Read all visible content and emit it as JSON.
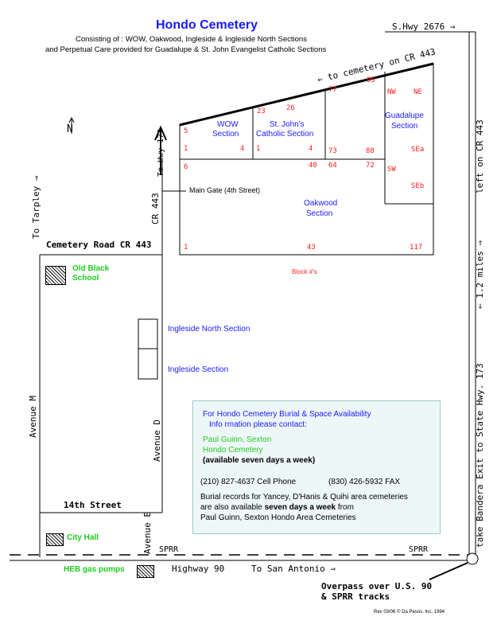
{
  "title": "Hondo Cemetery",
  "subtitle_line1": "Consisting of : WOW, Oakwood, Ingleside & Ingleside North Sections",
  "subtitle_line2": "and Perpetual Care provided for Guadalupe & St. John Evangelist Catholic Sections",
  "roads": {
    "s_hwy_2676": "S.Hwy 2676 ⇒",
    "to_cemetery": "⇐ to cemetery on CR 443",
    "to_hwy_173": "To Hwy 173",
    "cr_443_vertical": "CR 443",
    "to_tarpley": "To Tarpley ⇒",
    "cemetery_road": "Cemetery Road CR 443",
    "avenue_m": "Avenue M",
    "avenue_d": "Avenue D",
    "avenue_e": "Avenue E",
    "street_14th": "14th Street",
    "sprr_left": "SPRR",
    "sprr_right": "SPRR",
    "highway_90": "Highway 90",
    "to_san_antonio": "To San Antonio ⇒",
    "overpass_line1": "Overpass over U.S. 90",
    "overpass_line2": "& SPRR tracks",
    "left_on_cr443": "left on CR 443",
    "miles": "⇐ 1.2 miles ⇒",
    "take_bandera": "take Bandera Exit to State Hwy. 173"
  },
  "north_symbol": "N",
  "main_gate": "Main Gate (4th Street)",
  "sections": {
    "wow": [
      "WOW",
      "Section"
    ],
    "st_johns": [
      "St. John's",
      "Catholic Section"
    ],
    "guadalupe": [
      "Guadalupe",
      "Section"
    ],
    "oakwood": [
      "Oakwood",
      "Section"
    ]
  },
  "block_numbers": {
    "n95": "95",
    "nw": "NW",
    "ne": "NE",
    "n77": "77",
    "n23": "23",
    "n26": "26",
    "n5": "5",
    "n1a": "1",
    "n4a": "4",
    "n1b": "1",
    "n4b": "4",
    "n73": "73",
    "n88": "88",
    "sea": "SEa",
    "n6": "6",
    "n48": "48",
    "n64": "64",
    "n72": "72",
    "sw": "SW",
    "seb": "SEb",
    "n1c": "1",
    "n43": "43",
    "n117": "117"
  },
  "block_legend": "Block #'s",
  "landmarks": {
    "old_black_school": [
      "Old Black",
      "School"
    ],
    "ingleside_north": "Ingleside North Section",
    "ingleside": "Ingleside Section",
    "city_hall": "City Hall",
    "heb": "HEB gas pumps"
  },
  "info": {
    "heading1": "For Hondo Cemetery Burial & Space Availability",
    "heading2": "Info rmation please contact:",
    "contact_name": "Paul Guinn, Sexton",
    "contact_org": "Hondo Cemetery",
    "availability": "(available seven days a week)",
    "cell_phone": "(210) 827-4637 Cell Phone",
    "fax": "(830) 426-5932 FAX",
    "records1": "Burial records for Yancey, D'Hanis & Quihi area cemeteries",
    "records2_a": "are also available ",
    "records2_b": "seven days a week",
    "records2_c": " from",
    "records3": "Paul Guinn, Sexton Hondo Area Cemeteries"
  },
  "revision": "Rev 03/06 © Da Pesos, Inc. 1994",
  "colors": {
    "title_blue": "#1a1aff",
    "block_red": "#ff2020",
    "landmark_green": "#22cc22",
    "info_bg": "#eef7f7"
  }
}
